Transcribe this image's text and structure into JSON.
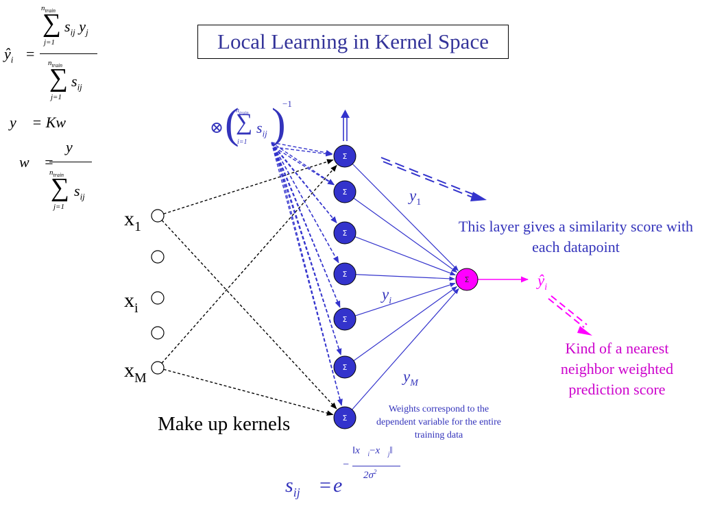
{
  "title": "Local Learning in Kernel Space",
  "layer_note": "This layer gives a similarity score with each datapoint",
  "nn_note": "Kind of a nearest neighbor weighted prediction score",
  "weights_note": "Weights correspond to the dependent variable for the entire training data",
  "make_up_kernels": "Make up kernels",
  "inputs": [
    {
      "base": "x",
      "sub": "1"
    },
    {
      "base": "x",
      "sub": "i"
    },
    {
      "base": "x",
      "sub": "M"
    }
  ],
  "weight_labels": [
    {
      "base": "y",
      "sub": "1"
    },
    {
      "base": "y",
      "sub": "i"
    },
    {
      "base": "y",
      "sub": "M"
    }
  ],
  "node_symbol": "Σ",
  "hidden_node_count": 7,
  "output_label": "ŷ",
  "output_label_sub": "i",
  "formulas": {
    "yhat_lhs": "ŷ",
    "yhat_lhs_sub": "i",
    "sum_upper": "n",
    "sum_upper_sub": "train",
    "sum_lower_j": "j=1",
    "sum_lower_i": "i=1",
    "numerator_term": "s",
    "numerator_term_sub": "ij",
    "numerator_y": "y",
    "numerator_y_sub": "j",
    "denominator_term": "s",
    "denominator_term_sub": "ij",
    "y_vec_eq": "y⃗ = Kw⃗",
    "w_vec": "w⃗",
    "w_num": "y⃗",
    "otimes": "⊗",
    "inv_exp": "−1",
    "sij": "s",
    "sij_sub": "ij",
    "exp_base": "e",
    "exp_num_a": "x⃗",
    "exp_num_a_sub": "i",
    "exp_num_b": "x⃗",
    "exp_num_b_sub": "j",
    "exp_den": "2σ",
    "exp_den_sup": "2",
    "eq": "=",
    "minus": "−"
  },
  "colors": {
    "title": "#333399",
    "blue": "#3333bb",
    "node_fill": "#3333cc",
    "output_node": "#ff00ff",
    "magenta_text": "#cc00cc"
  }
}
